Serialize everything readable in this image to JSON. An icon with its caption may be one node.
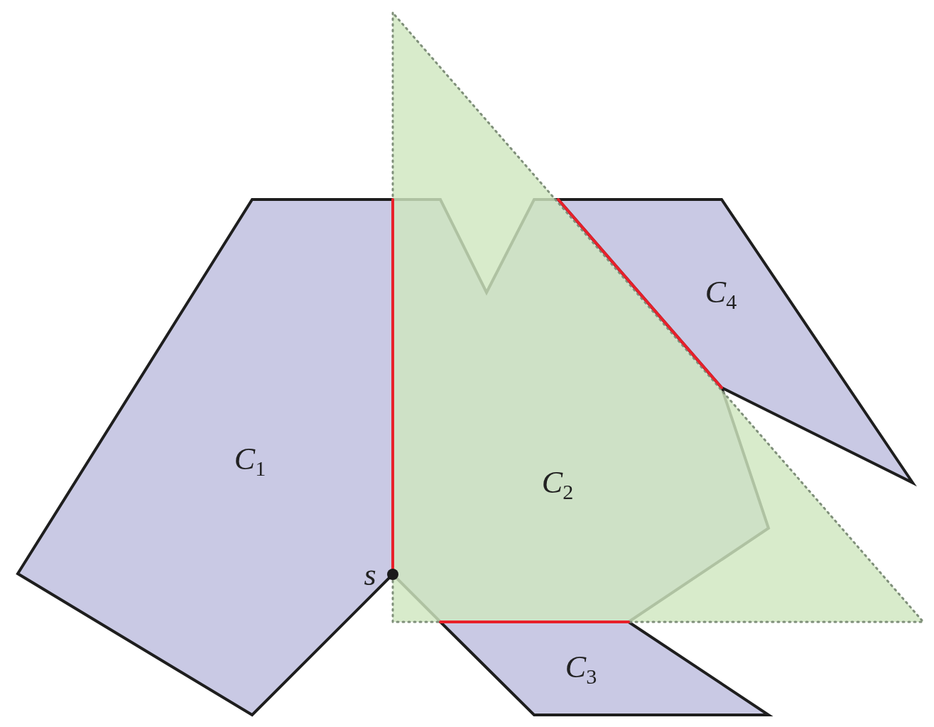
{
  "diagram": {
    "nodes": [
      {
        "text": [
          "C$_{1}$"
        ]
      },
      {
        "text": [
          "C$_{2}$"
        ]
      },
      {
        "text": [
          "C$_{3}$"
        ]
      },
      {
        "text": [
          "C$_{4}$"
        ]
      },
      {
        "text": [],
        "shape": "circle",
        "beside": [
          "s"
        ]
      }
    ]
  }
}
